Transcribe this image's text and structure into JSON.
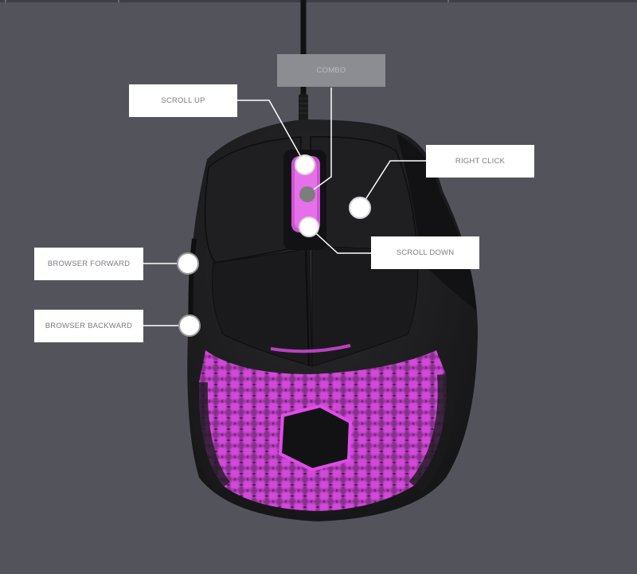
{
  "labels": {
    "combo": "COMBO",
    "scroll_up": "SCROLL UP",
    "right_click": "RIGHT CLICK",
    "scroll_down": "SCROLL DOWN",
    "browser_forward": "BROWSER FORWARD",
    "browser_backward": "BROWSER BACKWARD"
  },
  "colors": {
    "background": "#53545b",
    "mouse_body": "#1c1c1f",
    "accent_glow": "#e04ce8",
    "label_bg": "#ffffff",
    "label_text": "#7b7c82",
    "leader_line": "#ffffff"
  }
}
